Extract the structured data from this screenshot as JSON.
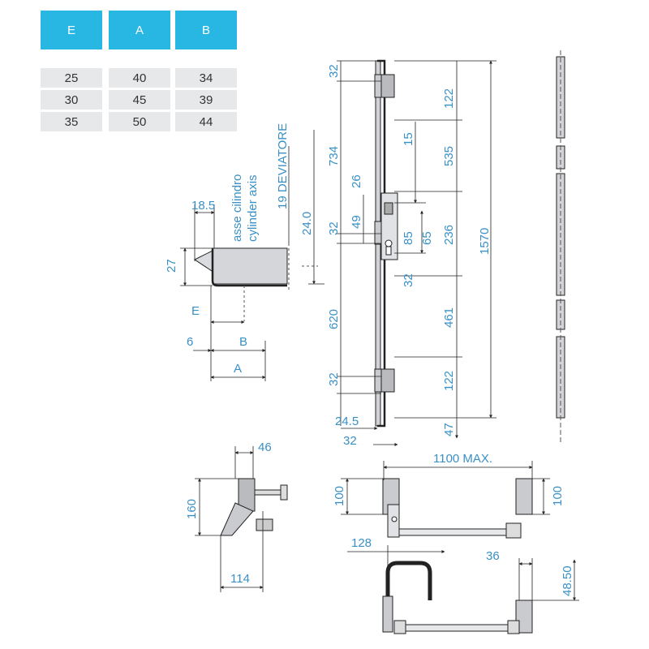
{
  "table": {
    "headers": [
      "E",
      "A",
      "B"
    ],
    "rows": [
      [
        "25",
        "40",
        "34"
      ],
      [
        "30",
        "45",
        "39"
      ],
      [
        "35",
        "50",
        "44"
      ]
    ]
  },
  "labels": {
    "asse_cilindro": "asse cilindro",
    "cylinder_axis": "cylinder axis",
    "deviatore": "19 DEVIATORE",
    "max_width": "1100 MAX."
  },
  "dims": {
    "d18_5": "18.5",
    "d27": "27",
    "d24_0": "24.0",
    "dE": "E",
    "d6": "6",
    "dB": "B",
    "dA": "A",
    "d32a": "32",
    "d734": "734",
    "d32b": "32",
    "d620": "620",
    "d32c": "32",
    "d24_5": "24.5",
    "d32d": "32",
    "d26": "26",
    "d49": "49",
    "d15": "15",
    "d85": "85",
    "d65": "65",
    "d32e": "32",
    "d122a": "122",
    "d535": "535",
    "d236": "236",
    "d461": "461",
    "d122b": "122",
    "d47": "47",
    "d1570": "1570",
    "d46": "46",
    "d160": "160",
    "d114": "114",
    "d100a": "100",
    "d100b": "100",
    "d128": "128",
    "d36": "36",
    "d48_50": "48.50"
  },
  "colors": {
    "header_bg": "#28b6e3",
    "cell_bg": "#e7e8ea",
    "dimension": "#3a90c5",
    "part": "#c9cbce"
  }
}
